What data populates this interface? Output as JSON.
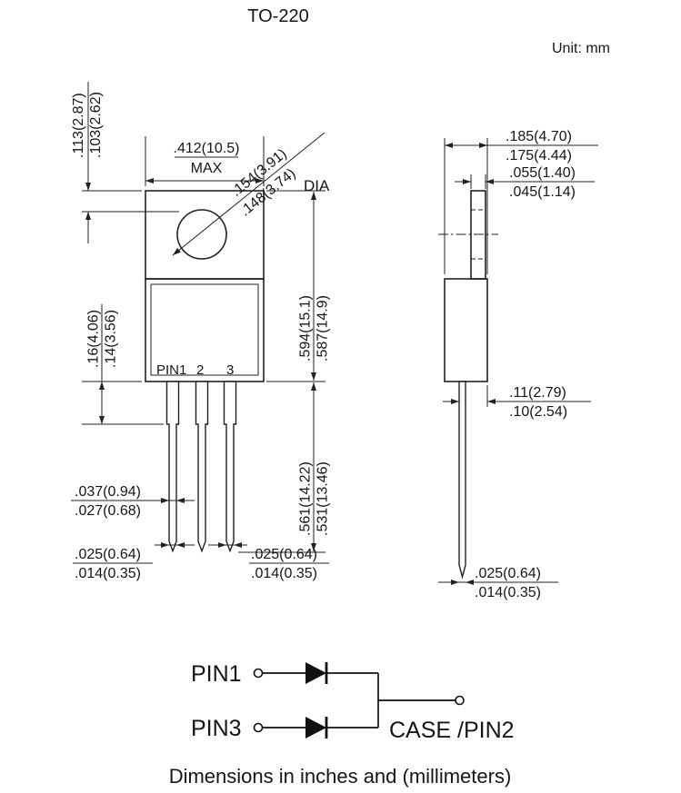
{
  "title": "TO-220",
  "unit_label": "Unit: mm",
  "caption": "Dimensions in inches and (millimeters)",
  "front_view": {
    "pin1_label": "PIN1",
    "pin2_label": "2",
    "pin3_label": "3"
  },
  "dimensions": {
    "tab_edge_to_hole": {
      "max": ".113(2.87)",
      "min": ".103(2.62)"
    },
    "body_width": {
      "value": ".412(10.5)",
      "qualifier": "MAX"
    },
    "hole_diameter": {
      "max": ".154(3.91)",
      "min": ".148(3.74)",
      "label": "DIA"
    },
    "overall_depth": {
      "max": ".185(4.70)",
      "min": ".175(4.44)"
    },
    "tab_thickness": {
      "max": ".055(1.40)",
      "min": ".045(1.14)"
    },
    "body_height": {
      "max": ".594(15.1)",
      "min": ".587(14.9)"
    },
    "lead_shoulder": {
      "max": ".16(4.06)",
      "min": ".14(3.56)"
    },
    "lead_offset": {
      "max": ".11(2.79)",
      "min": ".10(2.54)"
    },
    "lead_length": {
      "max": ".561(14.22)",
      "min": ".531(13.46)"
    },
    "lead_thickness": {
      "max": ".037(0.94)",
      "min": ".027(0.68)"
    },
    "lead_width_pin1": {
      "max": ".025(0.64)",
      "min": ".014(0.35)"
    },
    "lead_width_pin3": {
      "max": ".025(0.64)",
      "min": ".014(0.35)"
    },
    "lead_width_side": {
      "max": ".025(0.64)",
      "min": ".014(0.35)"
    }
  },
  "schematic": {
    "pin1_label": "PIN1",
    "pin3_label": "PIN3",
    "case_label": "CASE /PIN2"
  }
}
